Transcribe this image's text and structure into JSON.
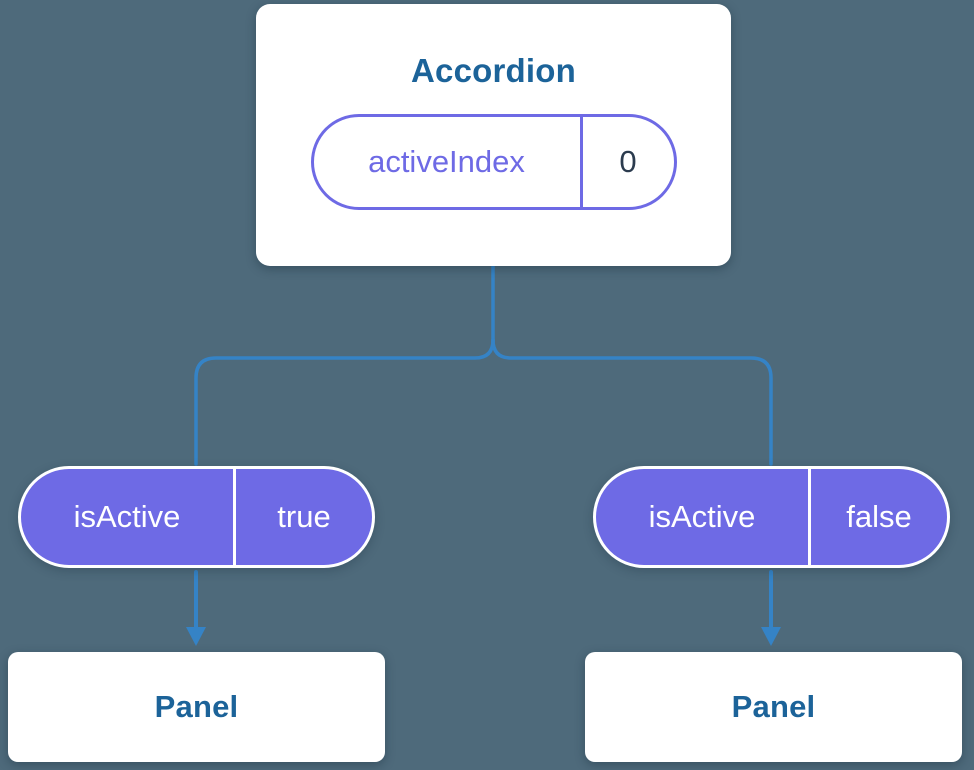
{
  "colors": {
    "background": "#4E6A7B",
    "connector_blue": "#3583C6",
    "accent_purple": "#6E6AE5",
    "heading_blue": "#1C6399",
    "state_value_dark": "#2B3B4E",
    "card_white": "#FFFFFF"
  },
  "accordion_card": {
    "title": "Accordion",
    "state_pill": {
      "name": "activeIndex",
      "value": "0"
    }
  },
  "branches": [
    {
      "prop_pill": {
        "name": "isActive",
        "value": "true"
      },
      "panel": {
        "title": "Panel"
      }
    },
    {
      "prop_pill": {
        "name": "isActive",
        "value": "false"
      },
      "panel": {
        "title": "Panel"
      }
    }
  ]
}
